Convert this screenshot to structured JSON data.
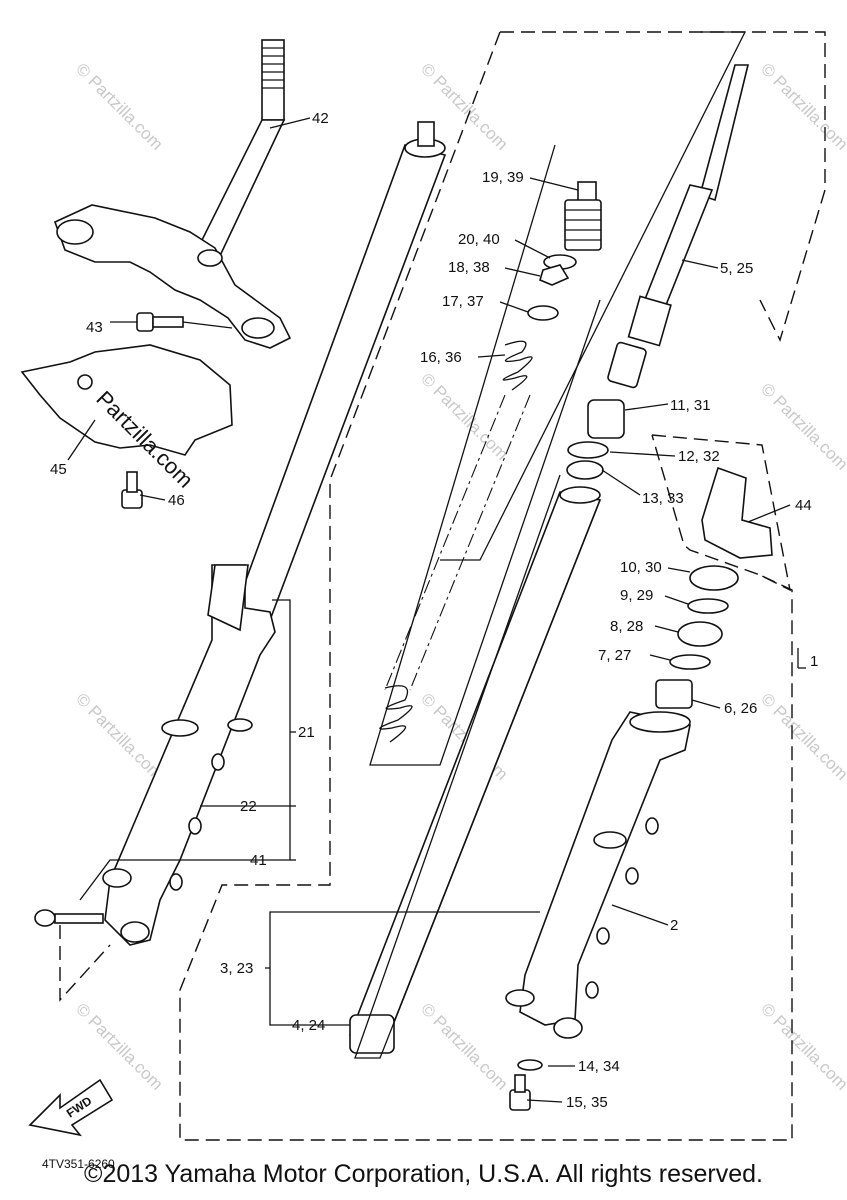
{
  "watermark": "© Partzilla.com",
  "logo_text": "Partzilla.com",
  "fwd_label": "FWD",
  "diagram_code": "4TV351-6260",
  "copyright": "©2013 Yamaha Motor Corporation, U.S.A. All rights reserved.",
  "callouts": {
    "c42": "42",
    "c43": "43",
    "c45": "45",
    "c46": "46",
    "c19": "19, 39",
    "c20": "20, 40",
    "c18": "18, 38",
    "c17": "17, 37",
    "c16": "16, 36",
    "c5": "5, 25",
    "c11": "11, 31",
    "c12": "12, 32",
    "c13": "13, 33",
    "c44": "44",
    "c10": "10, 30",
    "c9": "9, 29",
    "c8": "8, 28",
    "c7": "7, 27",
    "c1": "1",
    "c6": "6, 26",
    "c21": "21",
    "c22": "22",
    "c41": "41",
    "c2": "2",
    "c3": "3, 23",
    "c4": "4, 24",
    "c14": "14, 34",
    "c15": "15, 35"
  }
}
